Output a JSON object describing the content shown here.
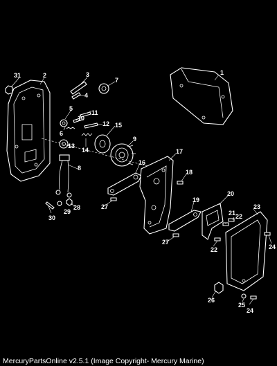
{
  "caption": "MercuryPartsOnline v2.5.1 (Image Copyright- Mercury Marine)",
  "callouts": [
    "1",
    "2",
    "3",
    "4",
    "5",
    "6",
    "7",
    "8",
    "9",
    "10",
    "11",
    "12",
    "13",
    "14",
    "15",
    "16",
    "17",
    "18",
    "19",
    "20",
    "21",
    "22",
    "22",
    "23",
    "24",
    "24",
    "25",
    "26",
    "27",
    "27",
    "28",
    "29",
    "30",
    "31"
  ]
}
